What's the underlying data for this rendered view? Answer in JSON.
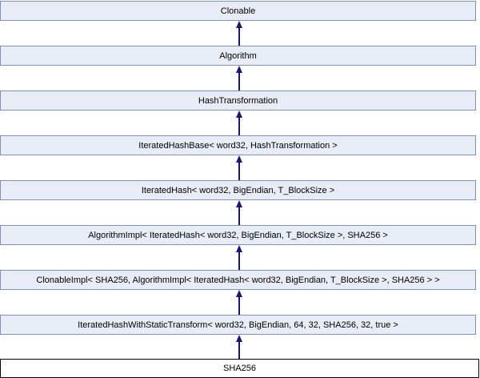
{
  "diagram": {
    "type": "inheritance-graph",
    "nodes": [
      {
        "label": "Clonable",
        "kind": "base"
      },
      {
        "label": "Algorithm",
        "kind": "base"
      },
      {
        "label": "HashTransformation",
        "kind": "base"
      },
      {
        "label": "IteratedHashBase< word32, HashTransformation >",
        "kind": "base"
      },
      {
        "label": "IteratedHash< word32, BigEndian, T_BlockSize >",
        "kind": "base"
      },
      {
        "label": "AlgorithmImpl< IteratedHash< word32, BigEndian, T_BlockSize >, SHA256 >",
        "kind": "base"
      },
      {
        "label": "ClonableImpl< SHA256, AlgorithmImpl< IteratedHash< word32, BigEndian, T_BlockSize >, SHA256 > >",
        "kind": "base"
      },
      {
        "label": "IteratedHashWithStaticTransform< word32, BigEndian, 64, 32, SHA256, 32, true >",
        "kind": "base"
      },
      {
        "label": "SHA256",
        "kind": "focus"
      }
    ],
    "arrow_direction": "up"
  },
  "colors": {
    "background": "#ffffff",
    "node_fill": "#e8ecf7",
    "node_border": "#8090b8",
    "focus_node_fill": "#ffffff",
    "focus_node_border": "#000000",
    "arrow": "#191970",
    "text": "#000000"
  }
}
